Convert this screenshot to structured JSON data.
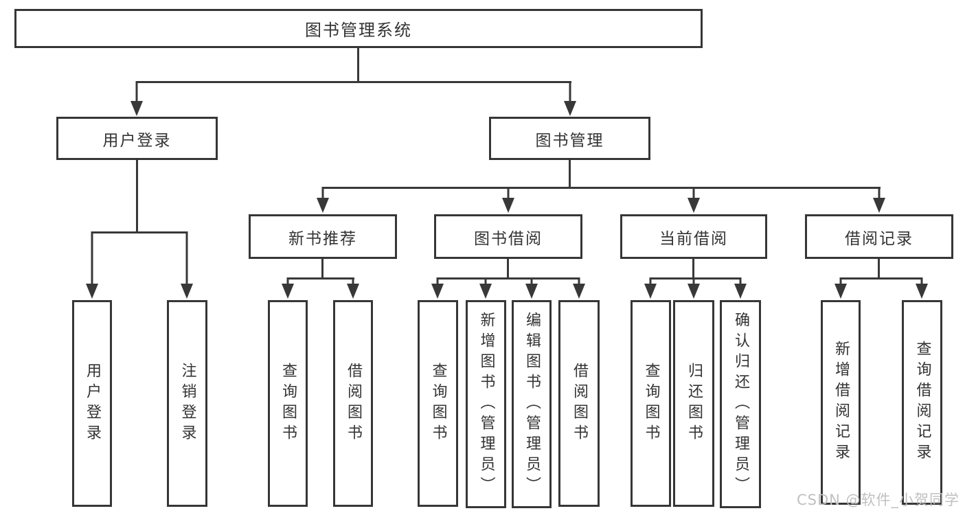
{
  "tree": {
    "label": "图书管理系统",
    "children": [
      {
        "label": "用户登录",
        "children": [
          {
            "label": "用户登录"
          },
          {
            "label": "注销登录"
          }
        ]
      },
      {
        "label": "图书管理",
        "children": [
          {
            "label": "新书推荐",
            "children": [
              {
                "label": "查询图书"
              },
              {
                "label": "借阅图书"
              }
            ]
          },
          {
            "label": "图书借阅",
            "children": [
              {
                "label": "查询图书"
              },
              {
                "label": "新增图书（管理员）"
              },
              {
                "label": "编辑图书（管理员）"
              },
              {
                "label": "借阅图书"
              }
            ]
          },
          {
            "label": "当前借阅",
            "children": [
              {
                "label": "查询图书"
              },
              {
                "label": "归还图书"
              },
              {
                "label": "确认归还（管理员）"
              }
            ]
          },
          {
            "label": "借阅记录",
            "children": [
              {
                "label": "新增借阅记录"
              },
              {
                "label": "查询借阅记录"
              }
            ]
          }
        ]
      }
    ]
  },
  "watermark": {
    "text": "CSDN @软件_小贺同学"
  },
  "colors": {
    "background": "#ffffff",
    "line": "#383838",
    "box_border": "#363636",
    "text": "#333333",
    "watermark": "#c1c0c0"
  }
}
